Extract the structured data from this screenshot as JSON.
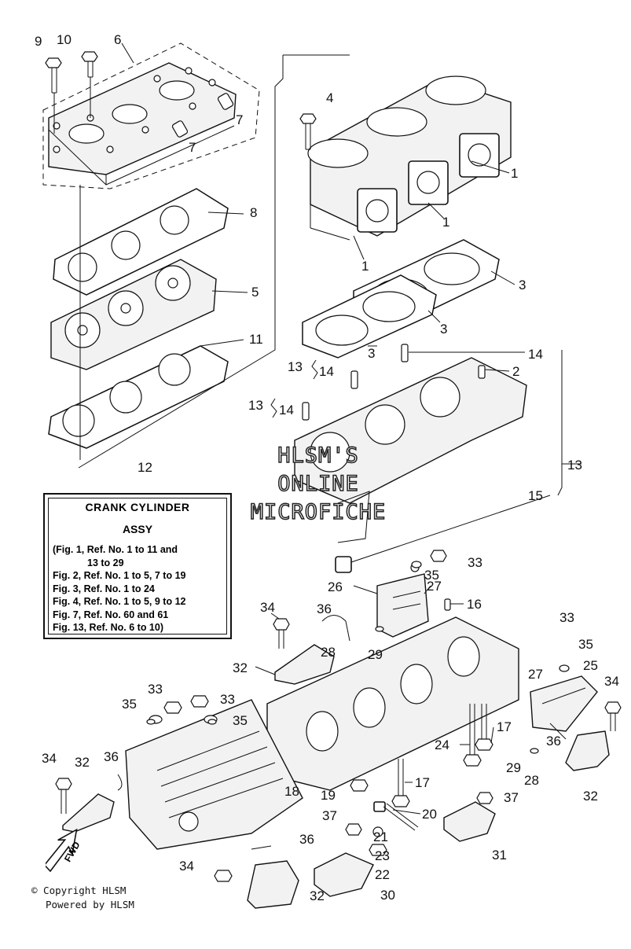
{
  "callouts": [
    "1",
    "1",
    "1",
    "2",
    "3",
    "3",
    "3",
    "4",
    "5",
    "6",
    "7",
    "7",
    "8",
    "9",
    "10",
    "11",
    "12",
    "13",
    "13",
    "13",
    "14",
    "14",
    "14",
    "15",
    "16",
    "17",
    "17",
    "18",
    "19",
    "20",
    "21",
    "22",
    "23",
    "24",
    "25",
    "26",
    "27",
    "27",
    "28",
    "28",
    "29",
    "29",
    "30",
    "31",
    "32",
    "32",
    "32",
    "32",
    "33",
    "33",
    "33",
    "33",
    "34",
    "34",
    "34",
    "34",
    "35",
    "35",
    "35",
    "35",
    "36",
    "36",
    "36",
    "36",
    "37",
    "37"
  ],
  "info_box": {
    "title": "CRANK CYLINDER",
    "subtitle": "ASSY",
    "lines": [
      "(Fig. 1, Ref. No. 1 to 11 and",
      "13 to 29",
      "Fig. 2, Ref. No. 1 to 5, 7 to 19",
      "Fig. 3, Ref. No. 1 to 24",
      "Fig. 4, Ref. No. 1 to 5, 9 to 12",
      "Fig. 7, Ref. No. 60 and 61",
      "Fig. 13, Ref. No. 6 to 10)"
    ]
  },
  "watermark": [
    "HLSM'S",
    "ONLINE",
    "MICROFICHE"
  ],
  "fwd_label": "FWD",
  "copyright": "© Copyright HLSM",
  "powered": "Powered by HLSM"
}
